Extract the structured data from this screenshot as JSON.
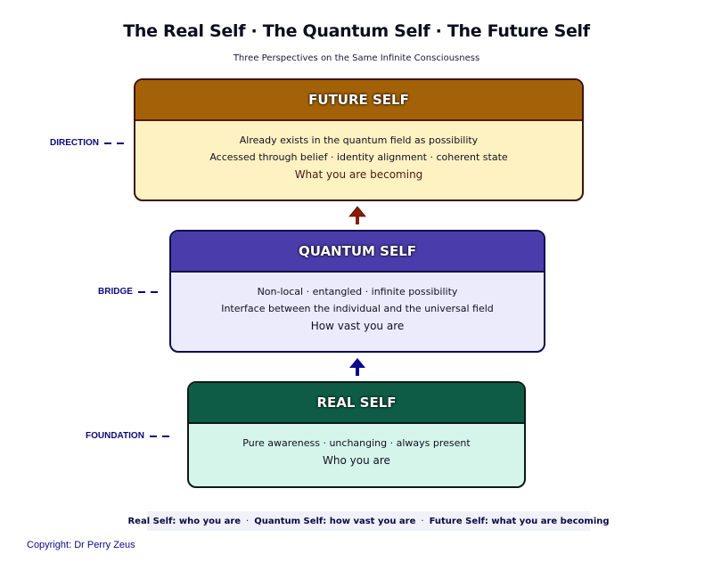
{
  "title": "The Real Self  ·  The Quantum Self  ·  The Future Self",
  "subtitle": "Three Perspectives on the Same Infinite Consciousness",
  "colors": {
    "future_header": "#a36208",
    "future_body": "#fff2c2",
    "quantum_header": "#4a3dab",
    "quantum_body": "#ecebfc",
    "real_header": "#0e5c46",
    "real_body": "#d6f5ea",
    "side_label": "#0a0a7a",
    "arrow_future": "#8b1a0a",
    "arrow_quantum": "#0a0a8a"
  },
  "boxes": {
    "future": {
      "header": "FUTURE SELF",
      "side_label": "DIRECTION",
      "lines": [
        "Already exists in the quantum field as possibility",
        "Accessed through belief · identity alignment · coherent state"
      ],
      "summary": "What you are becoming"
    },
    "quantum": {
      "header": "QUANTUM SELF",
      "side_label": "BRIDGE",
      "lines": [
        "Non-local · entangled · infinite possibility",
        "Interface between the individual and the universal field"
      ],
      "summary": "How vast you are"
    },
    "real": {
      "header": "REAL SELF",
      "side_label": "FOUNDATION",
      "lines": [
        "Pure awareness · unchanging · always present"
      ],
      "summary": "Who you are"
    }
  },
  "arrows": [
    "arrow-up-icon",
    "arrow-up-icon"
  ],
  "legend": {
    "items": [
      "Real Self: who you are",
      "Quantum Self: how vast you are",
      "Future Self: what you are becoming"
    ],
    "separator": "·"
  },
  "copyright": "Copyright: Dr Perry Zeus"
}
